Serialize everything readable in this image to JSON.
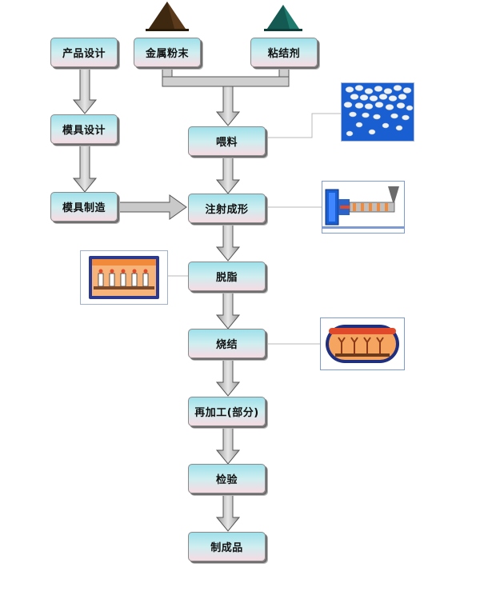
{
  "steps": {
    "product_design": "产品设计",
    "metal_powder": "金属粉末",
    "binder": "粘结剂",
    "mold_design": "模具设计",
    "feedstock": "喂料",
    "mold_making": "模具制造",
    "injection_molding": "注射成形",
    "debinding": "脱脂",
    "sintering": "烧结",
    "reprocessing": "再加工(部分)",
    "inspection": "检验",
    "finished_product": "制成品"
  },
  "colors": {
    "box_top": "#9fe0ea",
    "box_bottom": "#f6dbe3",
    "arrow_fill": "#c9c9c9",
    "arrow_stroke": "#555555",
    "powder_pile": "#5a3a1a",
    "binder_pile": "#1f7a6e",
    "picture_blue": "#1a5fd1",
    "furnace_orange": "#f28a3c"
  },
  "images": [
    "powder-pile",
    "binder-pile",
    "feedstock-pellets-photo",
    "injection-machine-image",
    "debinding-furnace-image",
    "sintering-furnace-image"
  ]
}
